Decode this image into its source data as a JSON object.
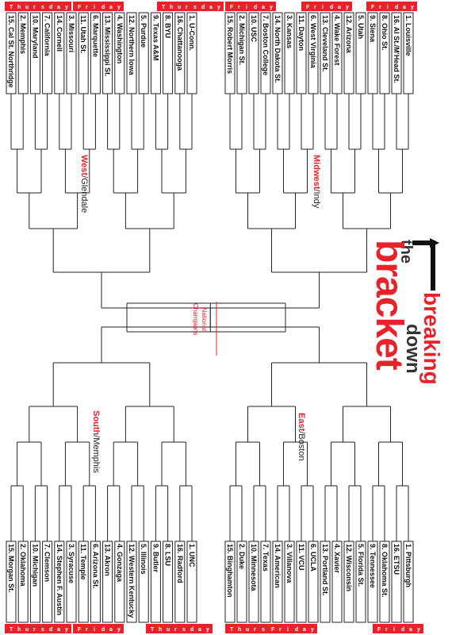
{
  "brand": {
    "line1": "breaking",
    "line2": "down",
    "line3": "the",
    "line4": "bracket",
    "colors": {
      "red": "#e8212a",
      "dark": "#333333"
    }
  },
  "center": {
    "label_line1": "National",
    "label_line2": "Champions"
  },
  "regions": {
    "west": {
      "name": "West",
      "city": "/Glendale"
    },
    "midwest": {
      "name": "Midwest",
      "city": "/Indy"
    },
    "south": {
      "name": "South",
      "city": "/Memphis"
    },
    "east": {
      "name": "East",
      "city": "/Boston"
    }
  },
  "day_tabs": {
    "thursday": [
      "T",
      "h",
      "u",
      "r",
      "s",
      "d",
      "a",
      "y"
    ],
    "friday": [
      "F",
      "r",
      "i",
      "d",
      "a",
      "y"
    ]
  },
  "teams": {
    "west": [
      "15. Cal St. Northridge",
      "2. Memphis",
      "10. Maryland",
      "7. California",
      "14. Cornell",
      "3. Missouri",
      "11. Utah St.",
      "6. Marquette",
      "13. Mississippi St.",
      "4. Washington",
      "12. Northern Iowa",
      "5. Purdue",
      "9. Texas A&M",
      "8. BYU",
      "16. Chattanooga",
      "1. U-Conn."
    ],
    "midwest": [
      "15. Robert Morris",
      "2. Michigan St.",
      "10. USC",
      "7. Boston College",
      "14. North Dakota St.",
      "3. Kansas",
      "11. Dayton",
      "6. West Virginia",
      "13. Cleveland St.",
      "4. Wake Forest",
      "12. Arizona",
      "5. Utah",
      "9. Siena",
      "8. Ohio St.",
      "16. Al St./M'Head St.",
      "1. Louisville"
    ],
    "south": [
      "15. Morgan St.",
      "2. Oklahoma",
      "10. Michigan",
      "7. Clemson",
      "14. Stephen F. Austin",
      "3. Syracuse",
      "11. Temple",
      "6. Arizona St.",
      "13. Akron",
      "4. Gonzaga",
      "12. Western Kentucky",
      "5. Illinois",
      "9. Butler",
      "8. LSU",
      "16. Radford",
      "1. UNC"
    ],
    "east": [
      "15. Binghamton",
      "2. Duke",
      "10. Minnesota",
      "7. Texas",
      "14. American",
      "3. Villanova",
      "11. VCU",
      "6. UCLA",
      "13. Portland St.",
      "4. Xavier",
      "12. Wisconsin",
      "5. Florida St.",
      "9. Tennessee",
      "8. Oklahoma St.",
      "16. ETSU",
      "1. Pittsburgh"
    ]
  }
}
